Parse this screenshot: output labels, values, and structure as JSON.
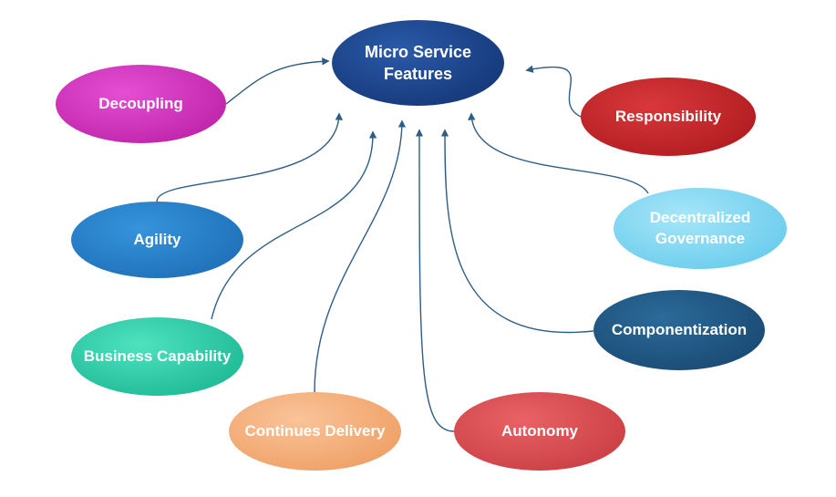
{
  "diagram": {
    "center": {
      "line1": "Micro Service",
      "line2": "Features"
    },
    "nodes": {
      "decoupling": "Decoupling",
      "responsibility": "Responsibility",
      "agility": "Agility",
      "decentralized_line1": "Decentralized",
      "decentralized_line2": "Governance",
      "componentization": "Componentization",
      "business_capability": "Business Capability",
      "continues_delivery": "Continues Delivery",
      "autonomy": "Autonomy"
    },
    "edge_color": "#2e5d86"
  }
}
